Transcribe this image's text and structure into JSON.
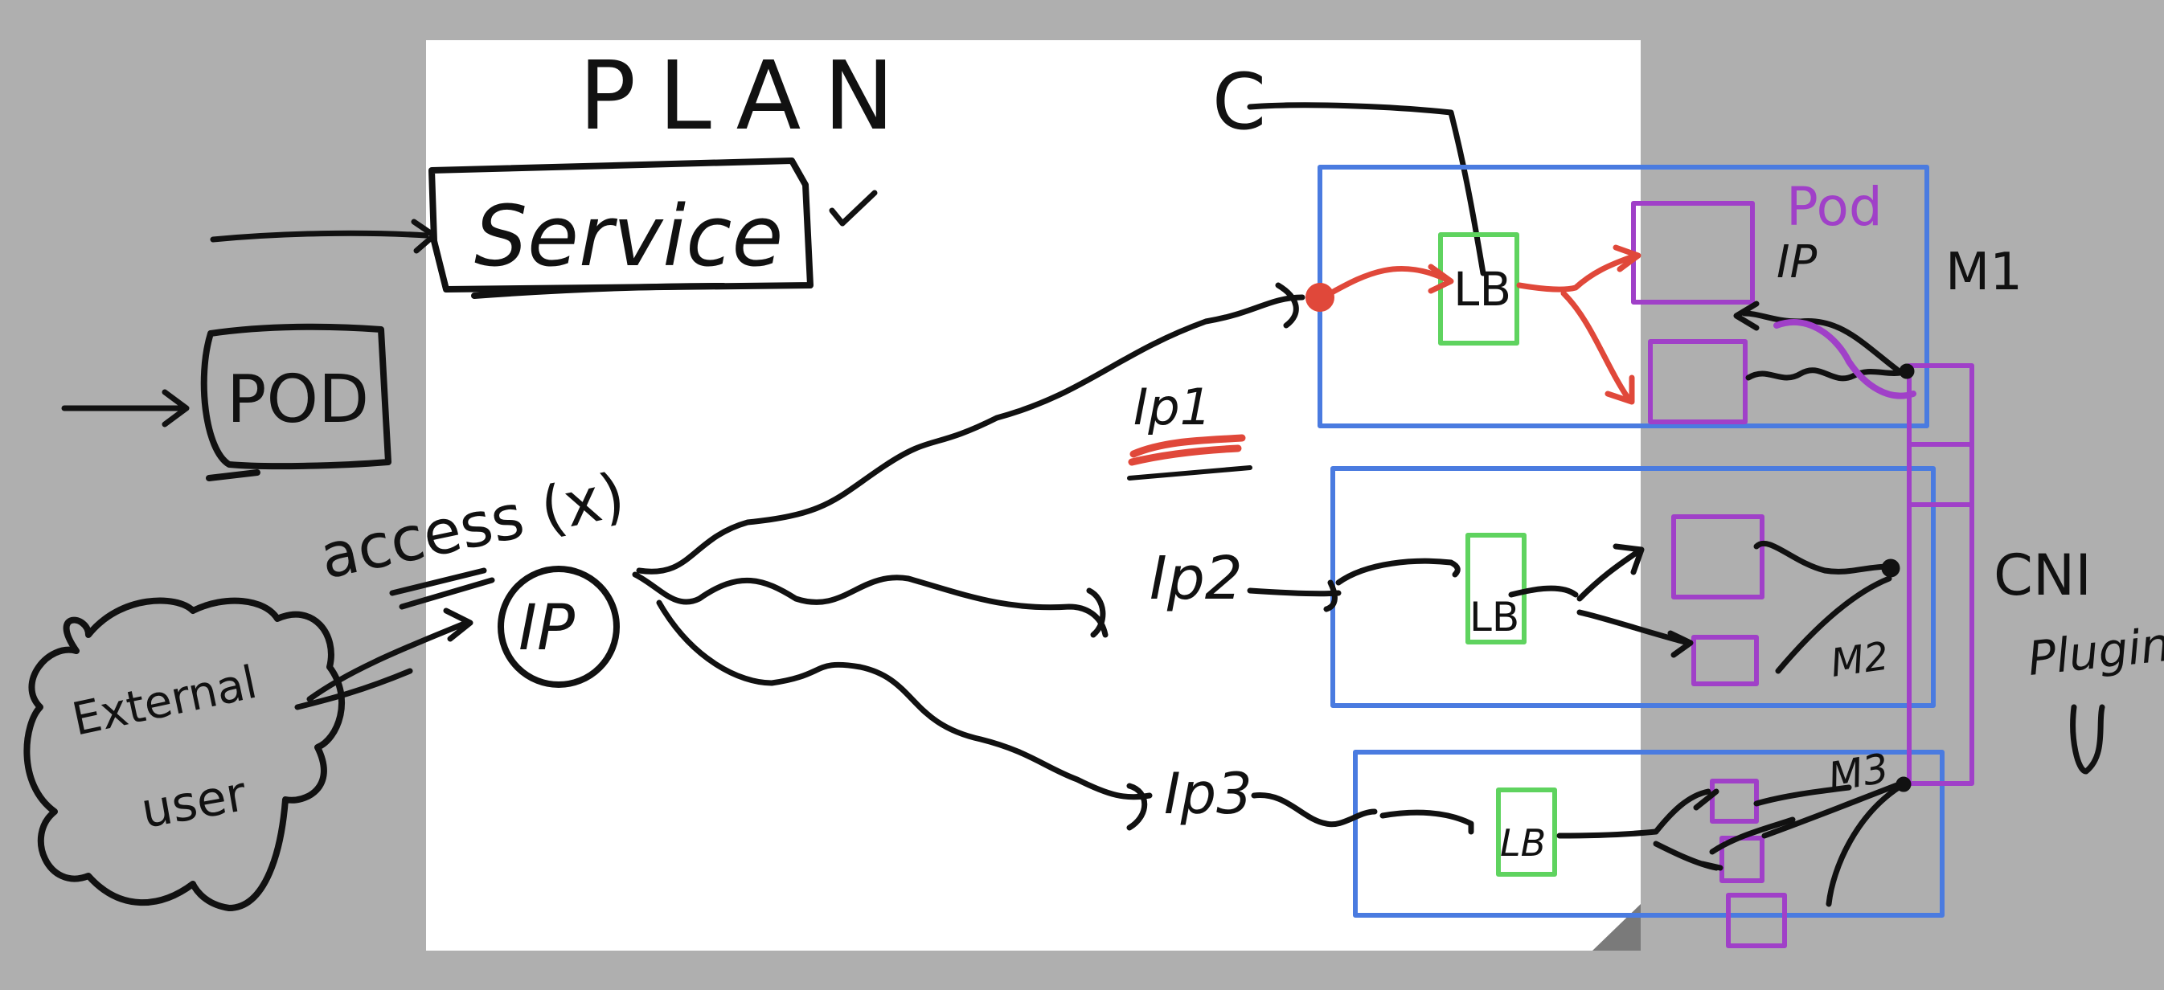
{
  "colors": {
    "background": "#afafaf",
    "paper": "#ffffff",
    "ink": "#111111",
    "node_box": "#4a7be0",
    "lb_box": "#5fd35f",
    "pod_box": "#a040c8",
    "traffic": "#e0483a"
  },
  "labels": {
    "title": "PLAN",
    "service": "Service",
    "pod": "POD",
    "external_user": [
      "External",
      "user"
    ],
    "access": "access (x)",
    "ip": "IP",
    "ip1": "Ip1",
    "ip2": "Ip2",
    "ip3": "Ip3",
    "client": "C",
    "lb1": "LB",
    "lb2": "LB",
    "lb3": "LB",
    "pod_tag": "Pod",
    "ip_tag": "IP",
    "m1": "M1",
    "m2": "M2",
    "m3": "M3",
    "cni": "CNI",
    "plugin": "Plugin"
  }
}
